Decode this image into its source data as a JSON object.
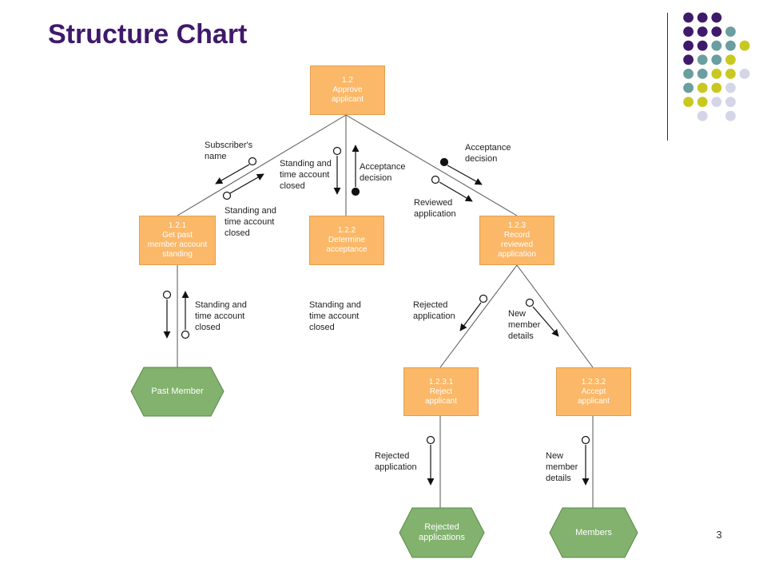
{
  "slide": {
    "title": "Structure Chart",
    "page_number": "3"
  },
  "colors": {
    "title": "#3f1a6b",
    "module_box": "#fbb868",
    "hexagon": "#82b26e",
    "dot_purple": "#3f1a6b",
    "dot_teal": "#6a9ea0",
    "dot_olive": "#c8c820",
    "dot_lavender": "#d5d5e8"
  },
  "decoration": {
    "dot_grid_rows": [
      [
        "",
        "purple",
        "purple",
        "purple",
        "",
        ""
      ],
      [
        "",
        "purple",
        "purple",
        "purple",
        "teal",
        ""
      ],
      [
        "",
        "purple",
        "purple",
        "teal",
        "teal",
        "olive"
      ],
      [
        "",
        "purple",
        "teal",
        "teal",
        "olive",
        ""
      ],
      [
        "",
        "teal",
        "teal",
        "olive",
        "olive",
        "lavender"
      ],
      [
        "",
        "teal",
        "olive",
        "olive",
        "lavender",
        ""
      ],
      [
        "",
        "olive",
        "olive",
        "lavender",
        "lavender",
        ""
      ],
      [
        "",
        "",
        "lavender",
        "",
        "lavender",
        ""
      ]
    ]
  },
  "modules": {
    "approve": [
      "1.2",
      "Approve",
      "applicant"
    ],
    "get_past": [
      "1.2.1",
      "Get past",
      "member account",
      "standing"
    ],
    "determine": [
      "1.2.2",
      "Determine",
      "acceptance"
    ],
    "record": [
      "1.2.3",
      "Record",
      "reviewed",
      "application"
    ],
    "reject": [
      "1.2.3.1",
      "Reject",
      "applicant"
    ],
    "accept": [
      "1.2.3.2",
      "Accept",
      "applicant"
    ]
  },
  "data_stores": {
    "past_member": [
      "Past Member"
    ],
    "rejected_applications": [
      "Rejected",
      "applications"
    ],
    "members": [
      "Members"
    ]
  },
  "couples": {
    "subscribers_name": [
      "Subscriber's",
      "name"
    ],
    "standing_closed_up_1": [
      "Standing and",
      "time account",
      "closed"
    ],
    "standing_closed_down": [
      "Standing and",
      "time account",
      "closed"
    ],
    "acceptance_decision_1": [
      "Acceptance",
      "decision"
    ],
    "acceptance_decision_2": [
      "Acceptance",
      "decision"
    ],
    "reviewed_application": [
      "Reviewed",
      "application"
    ],
    "standing_closed_store": [
      "Standing and",
      "time account",
      "closed"
    ],
    "standing_closed_determine": [
      "Standing and",
      "time account",
      "closed"
    ],
    "rejected_application_1": [
      "Rejected",
      "application"
    ],
    "new_member_details_1": [
      "New",
      "member",
      "details"
    ],
    "rejected_application_2": [
      "Rejected",
      "application"
    ],
    "new_member_details_2": [
      "New",
      "member",
      "details"
    ]
  }
}
